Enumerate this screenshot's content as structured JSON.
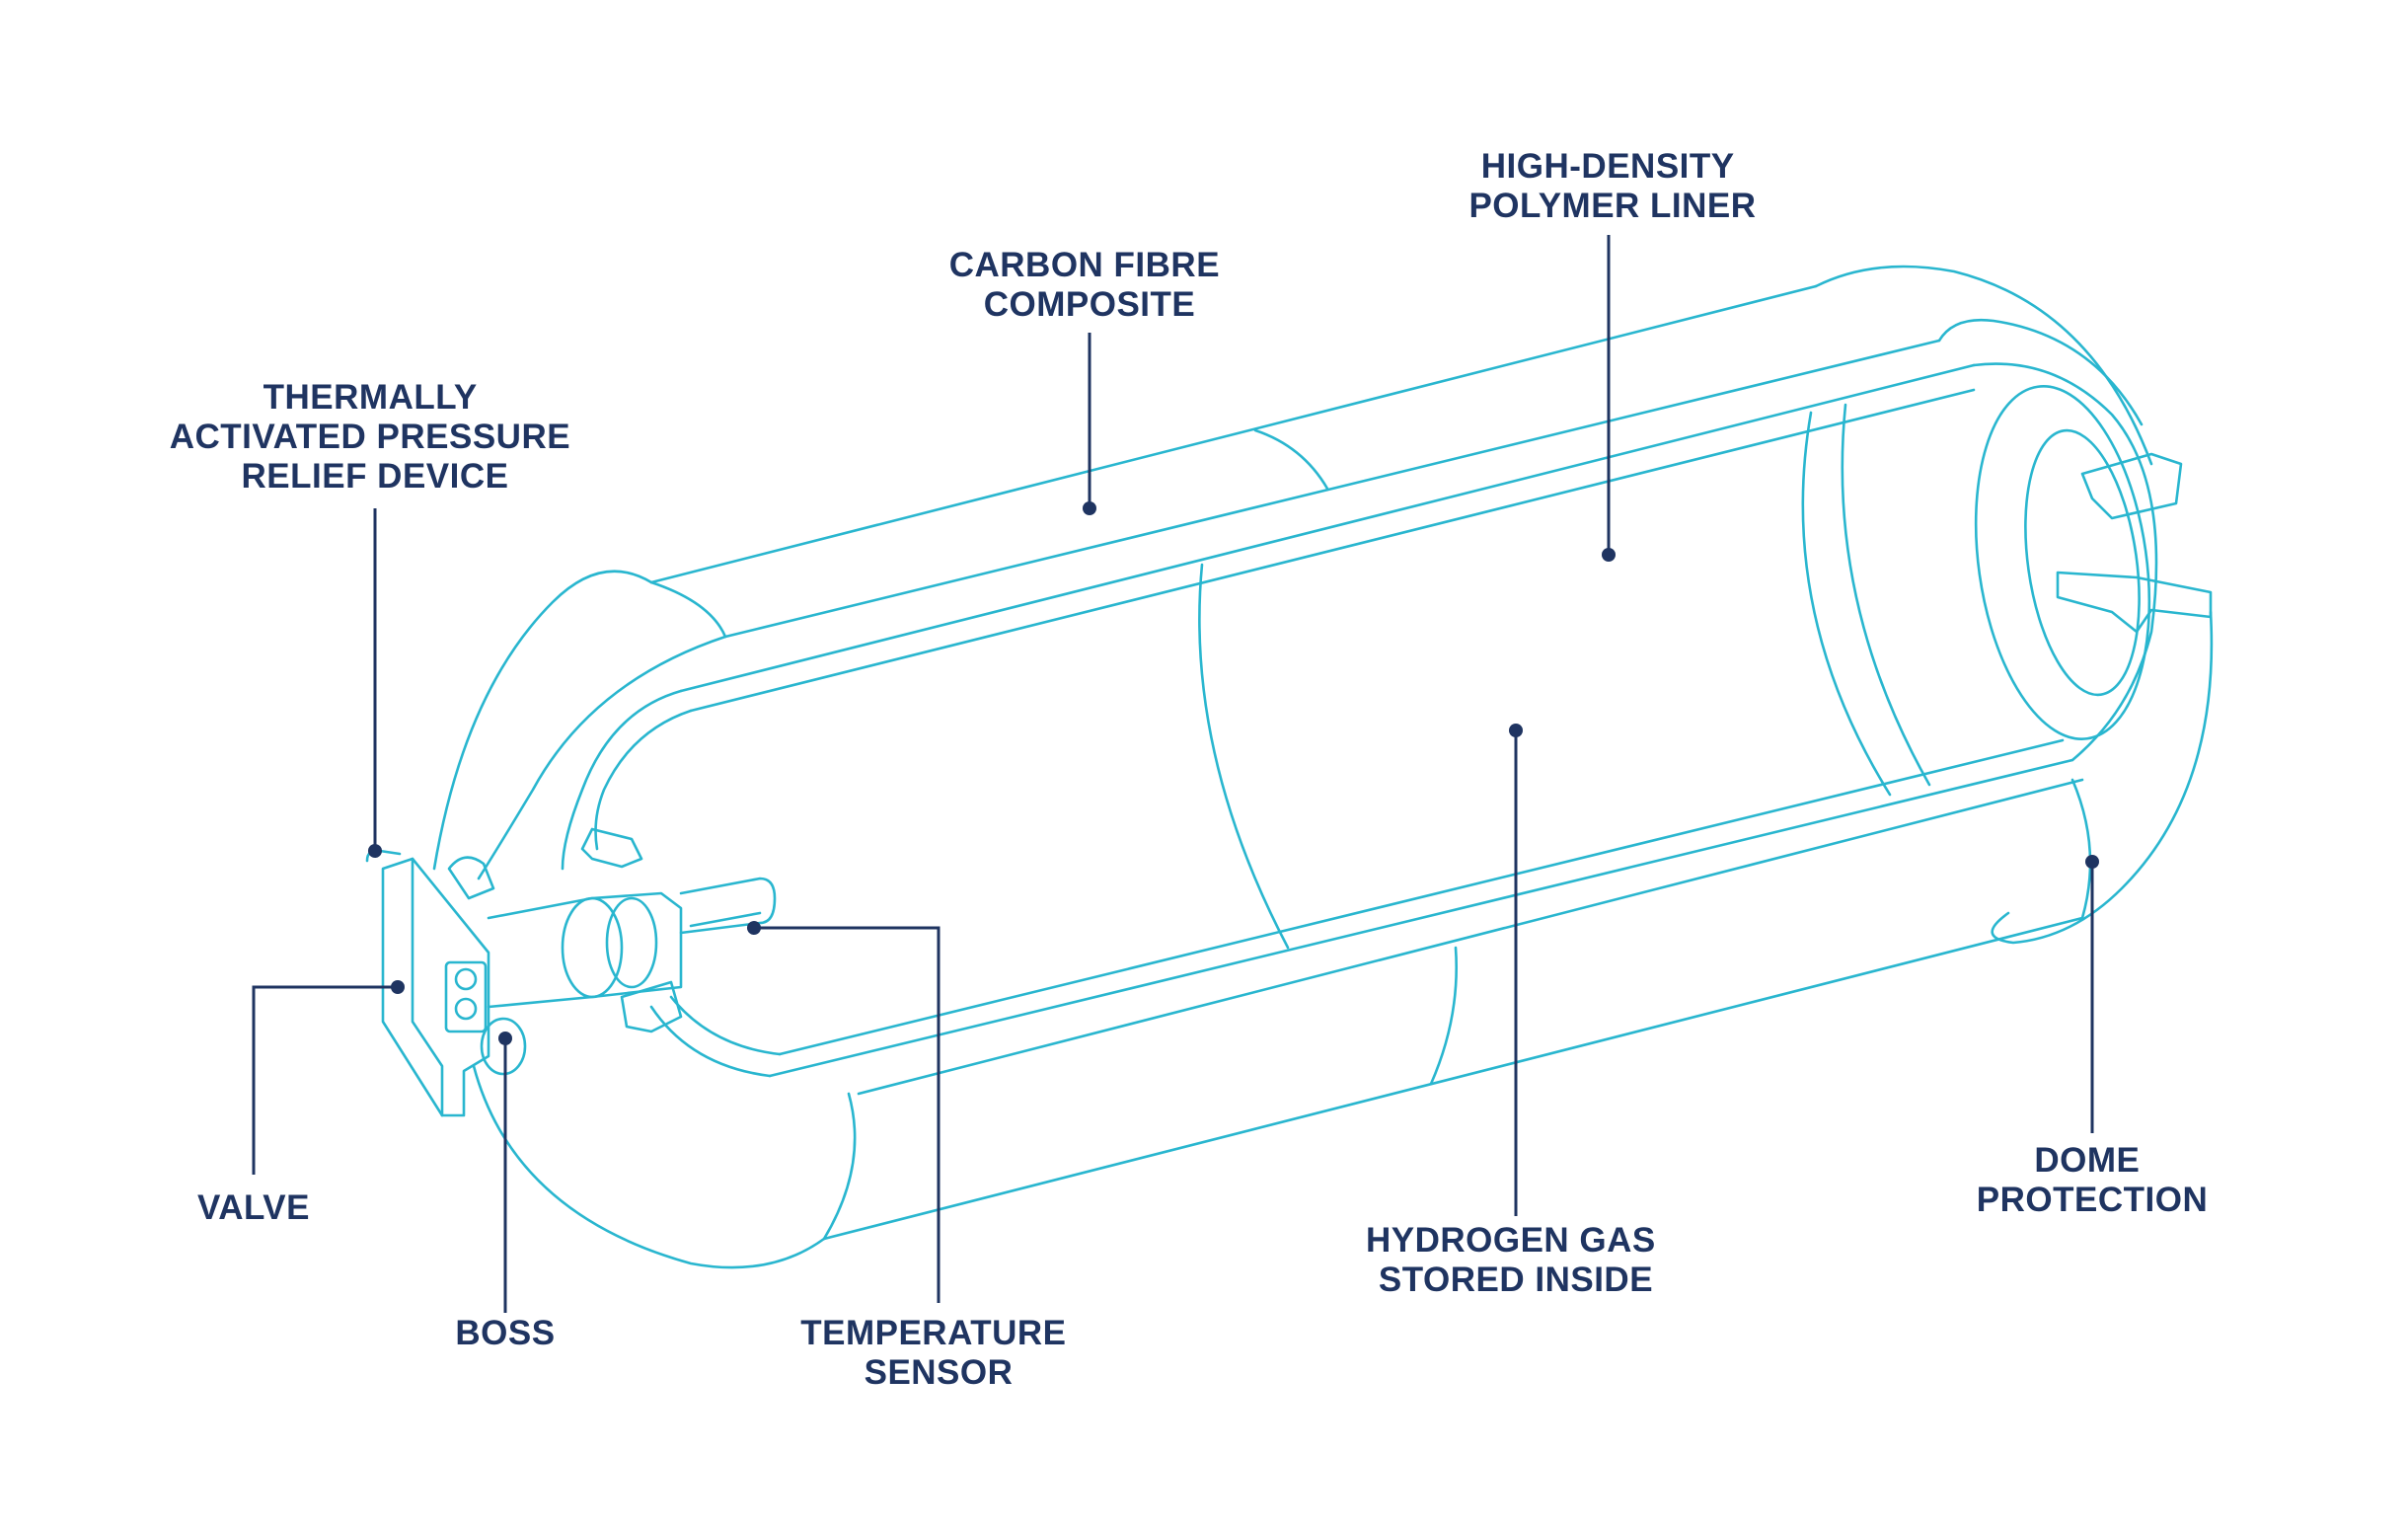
{
  "title": "",
  "colors": {
    "label_text": "#1f3461",
    "leader_line": "#1f3461",
    "tank_outline": "#29b6cf",
    "background": "#ffffff"
  },
  "labels": {
    "tprd": [
      "THERMALLY",
      "ACTIVATED PRESSURE",
      "RELIEF DEVICE"
    ],
    "carbon_fibre": [
      "CARBON FIBRE",
      "COMPOSITE"
    ],
    "polymer_liner": [
      "HIGH-DENSITY",
      "POLYMER LINER"
    ],
    "valve": [
      "VALVE"
    ],
    "boss": [
      "BOSS"
    ],
    "temperature_sensor": [
      "TEMPERATURE",
      "SENSOR"
    ],
    "hydrogen_gas": [
      "HYDROGEN GAS",
      "STORED INSIDE"
    ],
    "dome_protection": [
      "DOME",
      "PROTECTION"
    ]
  }
}
